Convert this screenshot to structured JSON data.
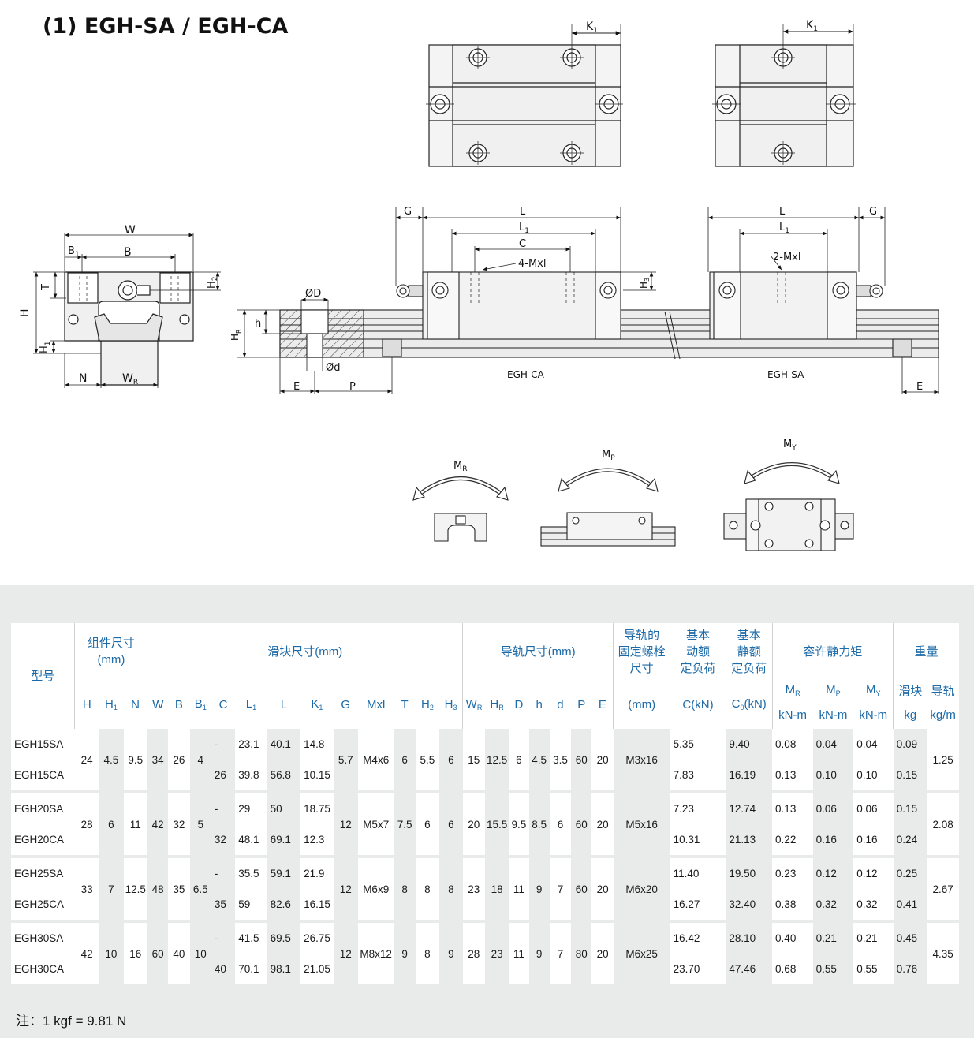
{
  "title": "(1) EGH-SA / EGH-CA",
  "drawing_labels": {
    "w": "W",
    "b": "B",
    "b1": "B",
    "b1_sub": "1",
    "t": "T",
    "h": "H",
    "h1": "H",
    "h1_sub": "1",
    "h2": "H",
    "h2_sub": "2",
    "n": "N",
    "wr": "W",
    "wr_sub": "R",
    "od_big": "ØD",
    "od_small": "Ød",
    "h_small": "h",
    "hr": "H",
    "hr_sub": "R",
    "e": "E",
    "p": "P",
    "g_left": "G",
    "g_right": "G",
    "l_left": "L",
    "l_right": "L",
    "l1_left": "L",
    "l1_right": "L",
    "l1_sub": "1",
    "c": "C",
    "mxl4": "4-Mxl",
    "mxl2": "2-Mxl",
    "h3": "H",
    "h3_sub": "3",
    "k1_left": "K",
    "k1_right": "K",
    "k1_sub": "1",
    "egh_ca": "EGH-CA",
    "egh_sa": "EGH-SA",
    "e_right": "E",
    "mr": "M",
    "mr_sub": "R",
    "mp": "M",
    "mp_sub": "P",
    "my": "M",
    "my_sub": "Y"
  },
  "table": {
    "headers": {
      "model": "型号",
      "assembly": "组件尺寸",
      "assembly_unit": "(mm)",
      "block": "滑块尺寸(mm)",
      "rail": "导轨尺寸(mm)",
      "bolt": [
        "导轨的",
        "固定螺栓",
        "尺寸"
      ],
      "dynamic": [
        "基本",
        "动额",
        "定负荷"
      ],
      "static": [
        "基本",
        "静额",
        "定负荷"
      ],
      "moment": "容许静力矩",
      "weight": "重量",
      "block_w": "滑块",
      "rail_w": "导轨",
      "cols": [
        "H",
        "H1",
        "N",
        "W",
        "B",
        "B1",
        "C",
        "L1",
        "L",
        "K1",
        "G",
        "Mxl",
        "T",
        "H2",
        "H3",
        "WR",
        "HR",
        "D",
        "h",
        "d",
        "P",
        "E",
        "(mm)",
        "C(kN)",
        "C0(kN)"
      ],
      "mr": "MR",
      "mp": "MP",
      "my": "MY",
      "unit_knm": "kN-m",
      "unit_kg": "kg",
      "unit_kgm": "kg/m"
    },
    "groups": [
      {
        "H": "24",
        "H1": "4.5",
        "N": "9.5",
        "W": "34",
        "B": "26",
        "B1": "4",
        "G": "5.7",
        "Mxl": "M4x6",
        "T": "6",
        "H2": "5.5",
        "H3": "6",
        "WR": "15",
        "HR": "12.5",
        "D": "6",
        "h": "4.5",
        "d": "3.5",
        "P": "60",
        "E": "20",
        "bolt": "M3x16",
        "rail_kgm": "1.25",
        "rows": [
          {
            "model": "EGH15SA",
            "C": "-",
            "L1": "23.1",
            "L": "40.1",
            "K1": "14.8",
            "Ckn": "5.35",
            "C0": "9.40",
            "MR": "0.08",
            "MP": "0.04",
            "MY": "0.04",
            "kg": "0.09"
          },
          {
            "model": "EGH15CA",
            "C": "26",
            "L1": "39.8",
            "L": "56.8",
            "K1": "10.15",
            "Ckn": "7.83",
            "C0": "16.19",
            "MR": "0.13",
            "MP": "0.10",
            "MY": "0.10",
            "kg": "0.15"
          }
        ]
      },
      {
        "H": "28",
        "H1": "6",
        "N": "11",
        "W": "42",
        "B": "32",
        "B1": "5",
        "G": "12",
        "Mxl": "M5x7",
        "T": "7.5",
        "H2": "6",
        "H3": "6",
        "WR": "20",
        "HR": "15.5",
        "D": "9.5",
        "h": "8.5",
        "d": "6",
        "P": "60",
        "E": "20",
        "bolt": "M5x16",
        "rail_kgm": "2.08",
        "rows": [
          {
            "model": "EGH20SA",
            "C": "-",
            "L1": "29",
            "L": "50",
            "K1": "18.75",
            "Ckn": "7.23",
            "C0": "12.74",
            "MR": "0.13",
            "MP": "0.06",
            "MY": "0.06",
            "kg": "0.15"
          },
          {
            "model": "EGH20CA",
            "C": "32",
            "L1": "48.1",
            "L": "69.1",
            "K1": "12.3",
            "Ckn": "10.31",
            "C0": "21.13",
            "MR": "0.22",
            "MP": "0.16",
            "MY": "0.16",
            "kg": "0.24"
          }
        ]
      },
      {
        "H": "33",
        "H1": "7",
        "N": "12.5",
        "W": "48",
        "B": "35",
        "B1": "6.5",
        "G": "12",
        "Mxl": "M6x9",
        "T": "8",
        "H2": "8",
        "H3": "8",
        "WR": "23",
        "HR": "18",
        "D": "11",
        "h": "9",
        "d": "7",
        "P": "60",
        "E": "20",
        "bolt": "M6x20",
        "rail_kgm": "2.67",
        "rows": [
          {
            "model": "EGH25SA",
            "C": "-",
            "L1": "35.5",
            "L": "59.1",
            "K1": "21.9",
            "Ckn": "11.40",
            "C0": "19.50",
            "MR": "0.23",
            "MP": "0.12",
            "MY": "0.12",
            "kg": "0.25"
          },
          {
            "model": "EGH25CA",
            "C": "35",
            "L1": "59",
            "L": "82.6",
            "K1": "16.15",
            "Ckn": "16.27",
            "C0": "32.40",
            "MR": "0.38",
            "MP": "0.32",
            "MY": "0.32",
            "kg": "0.41"
          }
        ]
      },
      {
        "H": "42",
        "H1": "10",
        "N": "16",
        "W": "60",
        "B": "40",
        "B1": "10",
        "G": "12",
        "Mxl": "M8x12",
        "T": "9",
        "H2": "8",
        "H3": "9",
        "WR": "28",
        "HR": "23",
        "D": "11",
        "h": "9",
        "d": "7",
        "P": "80",
        "E": "20",
        "bolt": "M6x25",
        "rail_kgm": "4.35",
        "rows": [
          {
            "model": "EGH30SA",
            "C": "-",
            "L1": "41.5",
            "L": "69.5",
            "K1": "26.75",
            "Ckn": "16.42",
            "C0": "28.10",
            "MR": "0.40",
            "MP": "0.21",
            "MY": "0.21",
            "kg": "0.45"
          },
          {
            "model": "EGH30CA",
            "C": "40",
            "L1": "70.1",
            "L": "98.1",
            "K1": "21.05",
            "Ckn": "23.70",
            "C0": "47.46",
            "MR": "0.68",
            "MP": "0.55",
            "MY": "0.55",
            "kg": "0.76"
          }
        ]
      }
    ]
  },
  "note": "注：1 kgf = 9.81 N"
}
